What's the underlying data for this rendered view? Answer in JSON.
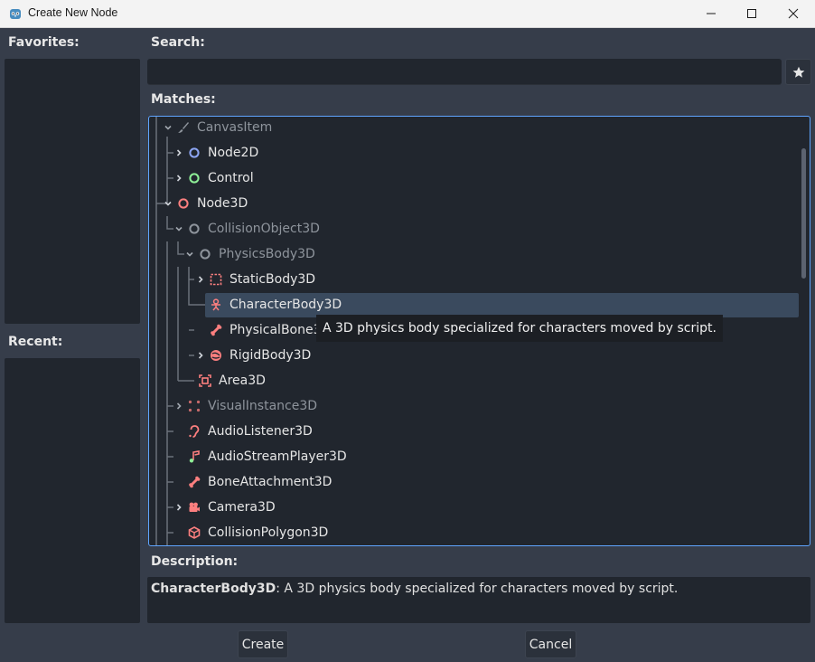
{
  "window": {
    "title": "Create New Node",
    "controls": {
      "minimize": "minimize-icon",
      "maximize": "maximize-icon",
      "close": "close-icon"
    }
  },
  "favorites": {
    "label": "Favorites:"
  },
  "recent": {
    "label": "Recent:"
  },
  "search": {
    "label": "Search:",
    "value": "",
    "placeholder": "",
    "icon": "search-icon"
  },
  "matches": {
    "label": "Matches:",
    "items": [
      {
        "name": "CanvasItem",
        "dim": true,
        "icon": "brush-icon"
      },
      {
        "name": "Node2D",
        "dim": false,
        "icon": "circle-outline-blue-icon"
      },
      {
        "name": "Control",
        "dim": false,
        "icon": "circle-outline-green-icon"
      },
      {
        "name": "Node3D",
        "dim": false,
        "icon": "circle-outline-red-icon"
      },
      {
        "name": "CollisionObject3D",
        "dim": true,
        "icon": "circle-outline-gray-icon"
      },
      {
        "name": "PhysicsBody3D",
        "dim": true,
        "icon": "circle-outline-gray-icon"
      },
      {
        "name": "StaticBody3D",
        "dim": false,
        "icon": "static-body-icon"
      },
      {
        "name": "CharacterBody3D",
        "dim": false,
        "icon": "character-body-icon",
        "selected": true
      },
      {
        "name": "PhysicalBone3D",
        "dim": false,
        "icon": "bone-icon"
      },
      {
        "name": "RigidBody3D",
        "dim": false,
        "icon": "rigid-body-icon"
      },
      {
        "name": "Area3D",
        "dim": false,
        "icon": "area-icon"
      },
      {
        "name": "VisualInstance3D",
        "dim": true,
        "icon": "visual-instance-icon"
      },
      {
        "name": "AudioListener3D",
        "dim": false,
        "icon": "ear-icon"
      },
      {
        "name": "AudioStreamPlayer3D",
        "dim": false,
        "icon": "music-note-icon"
      },
      {
        "name": "BoneAttachment3D",
        "dim": false,
        "icon": "bone-icon"
      },
      {
        "name": "Camera3D",
        "dim": false,
        "icon": "camera-icon"
      },
      {
        "name": "CollisionPolygon3D",
        "dim": false,
        "icon": "polygon-cube-icon"
      }
    ],
    "tooltip": "A 3D physics body specialized for characters moved by script."
  },
  "description": {
    "label": "Description:",
    "node": "CharacterBody3D",
    "text": ": A 3D physics body specialized for characters moved by script."
  },
  "buttons": {
    "create": "Create",
    "cancel": "Cancel"
  },
  "colors": {
    "accent": "#5fa5ff",
    "node3d_red": "#fc7f7f",
    "node2d_blue": "#8da5f3",
    "control_green": "#8eef97",
    "selection": "#3a4a5e"
  }
}
